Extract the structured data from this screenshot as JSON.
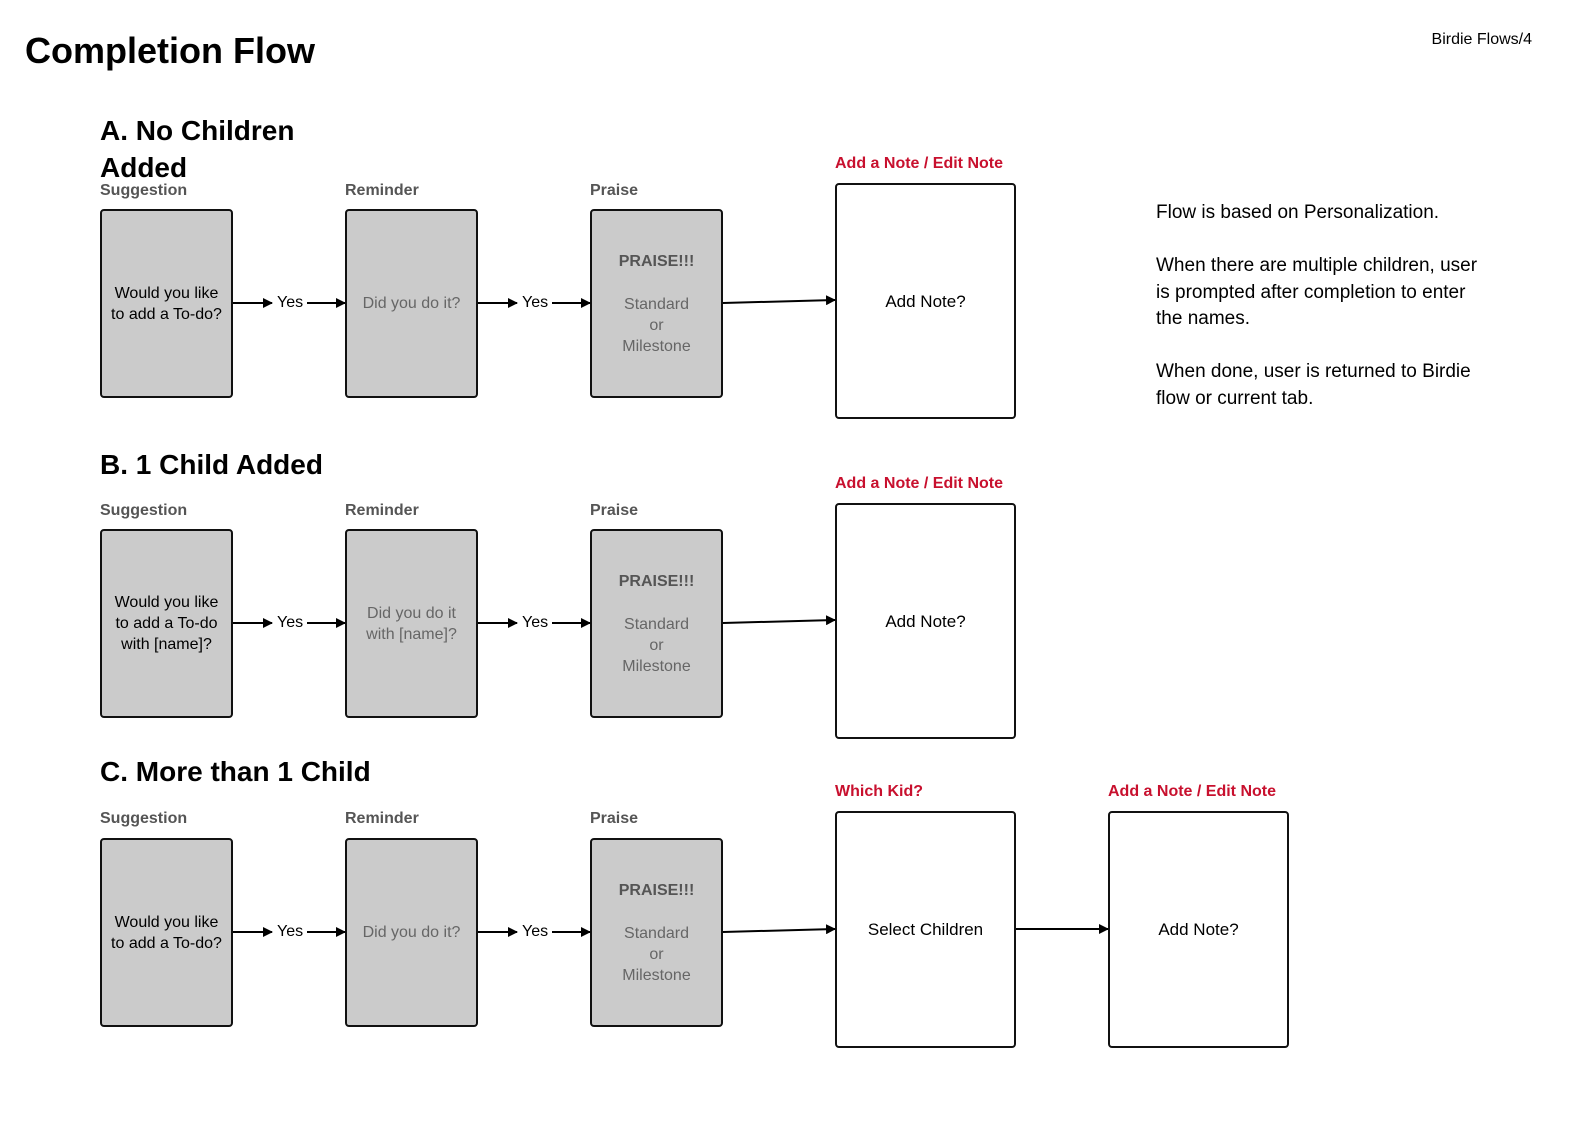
{
  "title": "Completion Flow",
  "page_ref": "Birdie Flows/4",
  "sections": {
    "a": {
      "title": "A. No Children Added",
      "suggestion_label": "Suggestion",
      "reminder_label": "Reminder",
      "praise_label": "Praise",
      "note_label": "Add a Note / Edit Note",
      "suggestion_text": "Would you like to add a To-do?",
      "reminder_text": "Did you do it?",
      "praise_heading": "PRAISE!!!",
      "praise_standard": "Standard",
      "praise_or": "or",
      "praise_milestone": "Milestone",
      "note_text": "Add Note?",
      "yes1": "Yes",
      "yes2": "Yes"
    },
    "b": {
      "title": "B. 1 Child Added",
      "suggestion_label": "Suggestion",
      "reminder_label": "Reminder",
      "praise_label": "Praise",
      "note_label": "Add a Note / Edit Note",
      "suggestion_text": "Would you like to add a To-do with [name]?",
      "reminder_text": "Did you do it with [name]?",
      "praise_heading": "PRAISE!!!",
      "praise_standard": "Standard",
      "praise_or": "or",
      "praise_milestone": "Milestone",
      "note_text": "Add Note?",
      "yes1": "Yes",
      "yes2": "Yes"
    },
    "c": {
      "title": "C. More than 1 Child",
      "suggestion_label": "Suggestion",
      "reminder_label": "Reminder",
      "praise_label": "Praise",
      "kid_label": "Which Kid?",
      "note_label": "Add a Note / Edit Note",
      "suggestion_text": "Would you like to add a To-do?",
      "reminder_text": "Did you do it?",
      "praise_heading": "PRAISE!!!",
      "praise_standard": "Standard",
      "praise_or": "or",
      "praise_milestone": "Milestone",
      "kid_text": "Select Children",
      "note_text": "Add Note?",
      "yes1": "Yes",
      "yes2": "Yes"
    }
  },
  "notes": [
    "Flow is based on Personalization.",
    "When there are multiple children, user is prompted after completion to enter the names.",
    "When done, user is returned to Birdie flow or current tab."
  ]
}
